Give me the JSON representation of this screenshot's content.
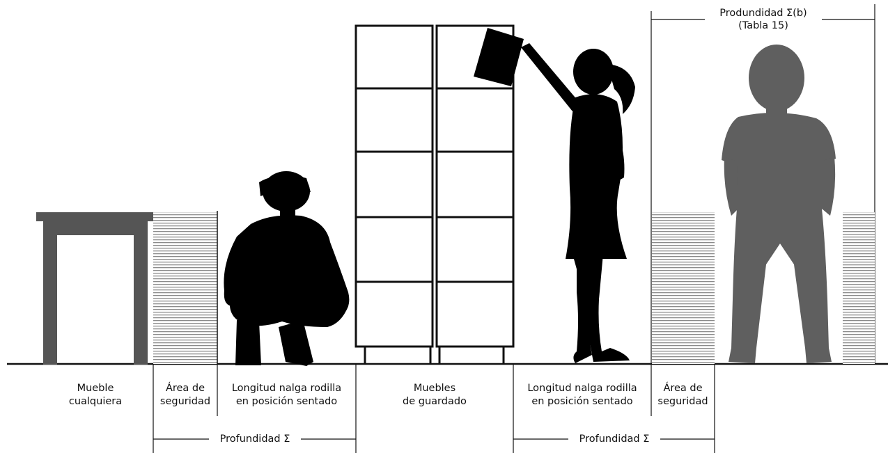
{
  "labels": {
    "mueble_cualquiera": "Mueble\ncualquiera",
    "area_seguridad_1": "Área de\nseguridad",
    "longitud_1": "Longitud nalga rodilla\nen posición sentado",
    "muebles_guardado": "Muebles\nde guardado",
    "longitud_2": "Longitud nalga rodilla\nen posición sentado",
    "area_seguridad_2": "Área de\nseguridad"
  },
  "dimensions": {
    "profundidad_1": "Profundidad Σ",
    "profundidad_2": "Profundidad Σ",
    "profundidad_b": "Produndidad Σ(b)\n(Tabla 15)"
  },
  "colors": {
    "silhouette": "#000000",
    "child_gray": "#5f5f5f",
    "table_gray": "#555555",
    "hatch": "#8a8a8a",
    "line": "#111111"
  }
}
